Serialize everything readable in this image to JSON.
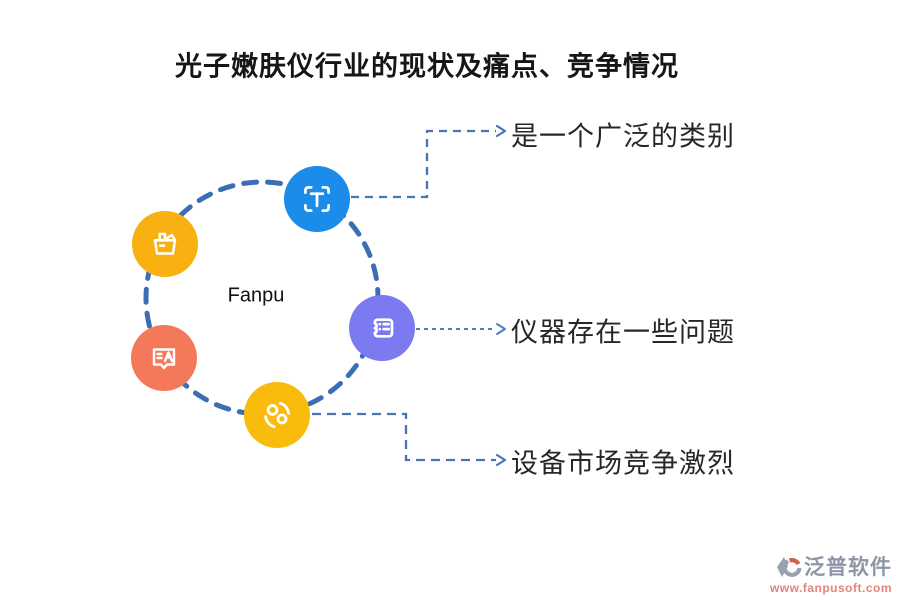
{
  "title": "光子嫩肤仪行业的现状及痛点、竞争情况",
  "center": {
    "label": "Fanpu"
  },
  "nodes": [
    {
      "id": "text-scan",
      "icon": "text-scan-icon",
      "color": "#1b8cea"
    },
    {
      "id": "basket",
      "icon": "shopping-basket-icon",
      "color": "#f9b011"
    },
    {
      "id": "translate",
      "icon": "translate-chat-icon",
      "color": "#f4795b"
    },
    {
      "id": "sync",
      "icon": "sync-circles-icon",
      "color": "#f9bc0d"
    },
    {
      "id": "ticket",
      "icon": "ticket-icon",
      "color": "#7b7af0"
    }
  ],
  "annotations": [
    {
      "text": "是一个广泛的类别"
    },
    {
      "text": "仪器存在一些问题"
    },
    {
      "text": "设备市场竞争激烈"
    }
  ],
  "watermark": {
    "brand": "泛普软件",
    "url": "www.fanpusoft.com"
  },
  "colors": {
    "dashed_circle": "#3d6eb4",
    "connector": "#4676b8",
    "title_text": "#161616",
    "annotation_text": "#272727",
    "brand_text": "#8e95a6",
    "url_text": "#e5847b"
  }
}
